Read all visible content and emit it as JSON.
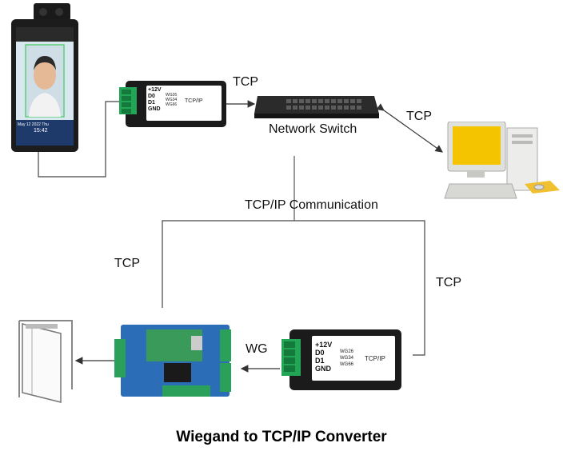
{
  "caption": "Wiegand to TCP/IP Converter",
  "labels": {
    "tcp_top": "TCP",
    "network_switch": "Network Switch",
    "tcp_pc": "TCP",
    "tcpip_communication": "TCP/IP Communication",
    "tcp_left": "TCP",
    "tcp_right": "TCP",
    "wg": "WG"
  },
  "converter": {
    "pins": [
      "+12V",
      "D0",
      "D1",
      "GND"
    ],
    "modes": [
      "WG26",
      "WG34",
      "WG66"
    ],
    "port_label": "TCP/IP"
  },
  "terminal_screen": {
    "date": "May 12 2022 Thu",
    "time": "15:42"
  }
}
